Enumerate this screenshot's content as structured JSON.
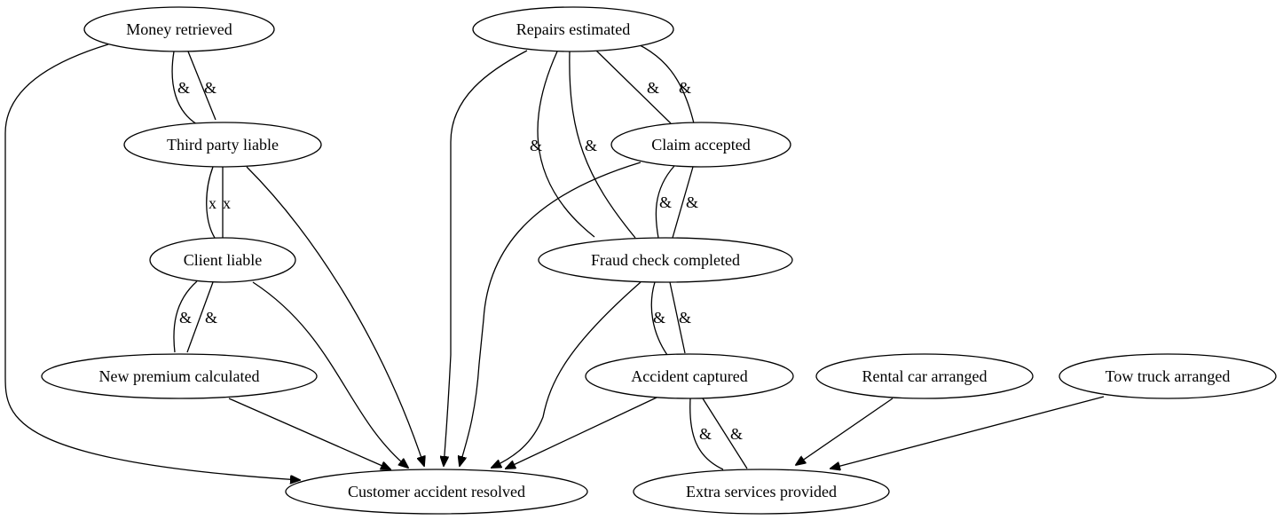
{
  "diagram": {
    "nodes": {
      "money_retrieved": "Money retrieved",
      "repairs_estimated": "Repairs estimated",
      "third_party_liable": "Third party liable",
      "claim_accepted": "Claim accepted",
      "client_liable": "Client liable",
      "fraud_check_completed": "Fraud check completed",
      "new_premium_calculated": "New premium calculated",
      "accident_captured": "Accident captured",
      "rental_car_arranged": "Rental car arranged",
      "tow_truck_arranged": "Tow truck arranged",
      "customer_accident_resolved": "Customer accident resolved",
      "extra_services_provided": "Extra services provided"
    },
    "edge_labels": {
      "and": "&",
      "xor": "x"
    },
    "colors": {
      "stroke": "#000000",
      "fill": "#ffffff",
      "background": "#ffffff"
    }
  }
}
